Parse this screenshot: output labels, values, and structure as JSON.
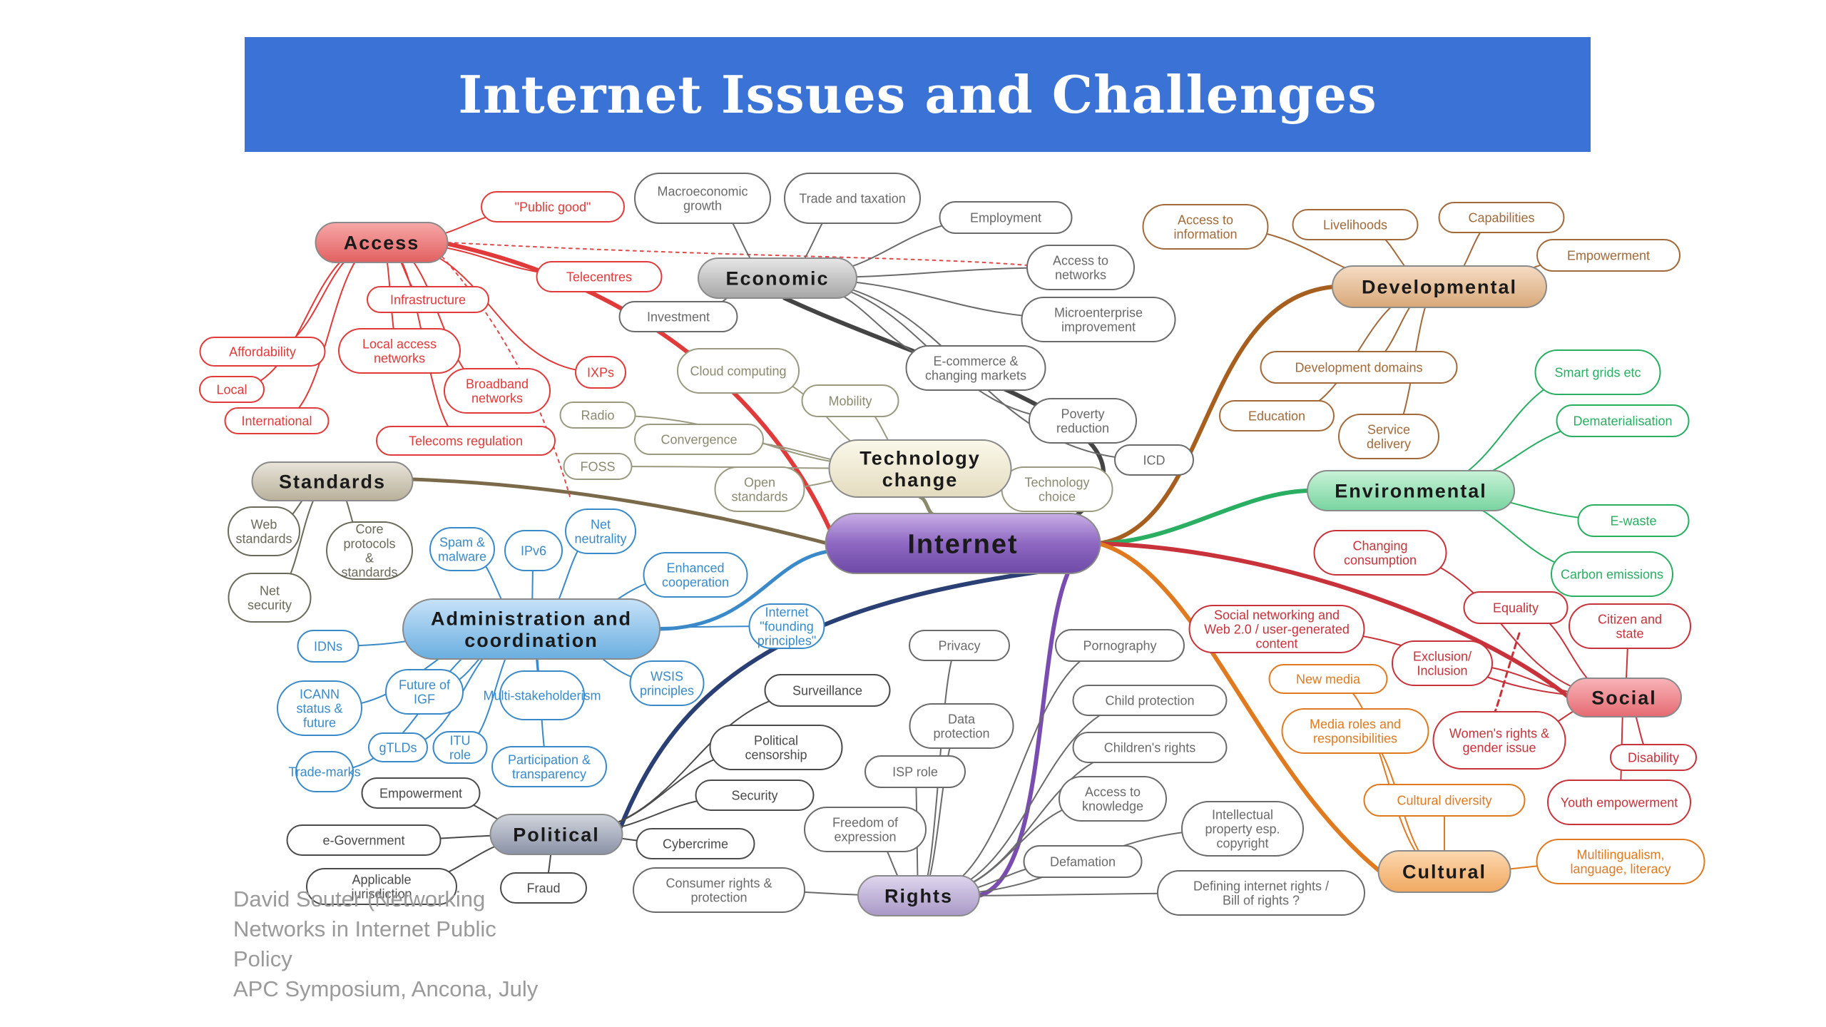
{
  "title": "Internet Issues and Challenges",
  "colors": {
    "title_bar": "#3a72d6",
    "access": "#e03a3a",
    "economic": "#444444",
    "developmental": "#a65f1f",
    "environmental": "#2aae62",
    "social": "#c8323a",
    "cultural": "#e07a20",
    "rights": "#7a4cb0",
    "political": "#2a3f73",
    "admin": "#3a8ac9",
    "standards": "#7a6a4a",
    "tech": "#8a8a6a"
  },
  "nodes": {
    "internet": "Internet",
    "access": "Access",
    "economic": "Economic",
    "developmental": "Developmental",
    "environmental": "Environmental",
    "social": "Social",
    "cultural": "Cultural",
    "rights": "Rights",
    "political": "Political",
    "admin": "Administration and coordination",
    "standards": "Standards",
    "tech": "Technology change",
    "public_good": "\"Public good\"",
    "telecentres": "Telecentres",
    "infrastructure": "Infrastructure",
    "affordability": "Affordability",
    "local_access": "Local access networks",
    "broadband": "Broadband networks",
    "local": "Local",
    "international": "International",
    "telecoms_reg": "Telecoms regulation",
    "ixps": "IXPs",
    "macro": "Macroeconomic growth",
    "trade": "Trade and taxation",
    "employment": "Employment",
    "investment": "Investment",
    "access_networks": "Access to networks",
    "microenterprise": "Microenterprise improvement",
    "ecommerce": "E-commerce & changing markets",
    "poverty": "Poverty reduction",
    "icd": "ICD",
    "access_info": "Access to information",
    "livelihoods": "Livelihoods",
    "capabilities": "Capabilities",
    "empowerment_dev": "Empowerment",
    "dev_domains": "Development domains",
    "education": "Education",
    "service_delivery": "Service delivery",
    "smart_grids": "Smart grids etc",
    "dematerialisation": "Dematerialisation",
    "ewaste": "E-waste",
    "carbon": "Carbon emissions",
    "changing_consumption": "Changing consumption",
    "equality": "Equality",
    "citizen_state": "Citizen and state",
    "exclusion": "Exclusion/ Inclusion",
    "womens_rights": "Women's rights & gender issue",
    "disability": "Disability",
    "youth": "Youth empowerment",
    "social_networking": "Social networking and Web 2.0 / user-generated content",
    "new_media": "New media",
    "media_roles": "Media roles and responsibilities",
    "cultural_diversity": "Cultural diversity",
    "multilingualism": "Multilingualism, language, literacy",
    "cloud": "Cloud computing",
    "mobility": "Mobility",
    "radio": "Radio",
    "convergence": "Convergence",
    "foss": "FOSS",
    "open_standards": "Open standards",
    "tech_choice": "Technology choice",
    "web_standards": "Web standards",
    "core_protocols": "Core protocols & standards",
    "spam": "Spam & malware",
    "ipv6": "IPv6",
    "net_neutrality": "Net neutrality",
    "net_security": "Net security",
    "enhanced_coop": "Enhanced cooperation",
    "founding": "Internet \"founding principles\"",
    "idns": "IDNs",
    "icann": "ICANN status & future",
    "future_igf": "Future of IGF",
    "multistake": "Multi-stakeholderism",
    "wsis": "WSIS principles",
    "gtlds": "gTLDs",
    "itu": "ITU role",
    "participation": "Participation & transparency",
    "trademarks": "Trade-marks",
    "empowerment_pol": "Empowerment",
    "egov": "e-Government",
    "applicable": "Applicable jurisdiction",
    "fraud": "Fraud",
    "cybercrime": "Cybercrime",
    "security": "Security",
    "surveillance": "Surveillance",
    "censorship": "Political censorship",
    "privacy": "Privacy",
    "data_protection": "Data protection",
    "isp_role": "ISP role",
    "freedom_expr": "Freedom of expression",
    "consumer_rights": "Consumer rights & protection",
    "pornography": "Pornography",
    "child_protection": "Child protection",
    "childrens_rights": "Children's rights",
    "access_knowledge": "Access to knowledge",
    "ip_copyright": "Intellectual property esp. copyright",
    "defamation": "Defamation",
    "internet_rights": "Defining internet rights / Bill of rights ?"
  },
  "caption": {
    "line1": "David Souter (Networking",
    "line2": "Networks in Internet Public",
    "line3": "Policy",
    "line4": "APC Symposium, Ancona, July"
  }
}
